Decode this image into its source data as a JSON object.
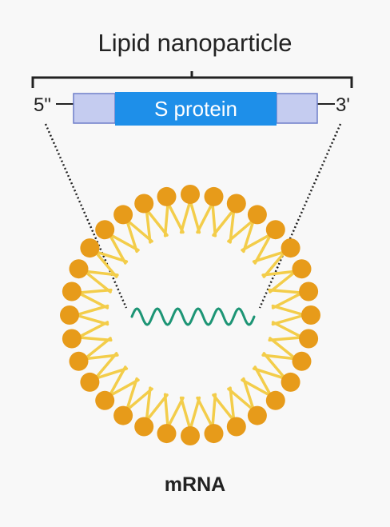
{
  "title": "Lipid nanoparticle",
  "construct": {
    "five_prime": "5\"",
    "three_prime": "3'",
    "gene": "S protein"
  },
  "caption": "mRNA",
  "colors": {
    "lipid_head": "#e79b1a",
    "lipid_tail": "#f3cd4a",
    "utr_fill": "#c5ccf0",
    "utr_stroke": "#6e7ec9",
    "gene_fill": "#1e8fe9",
    "mrna_strand": "#1d9575",
    "bracket": "#222222"
  },
  "lipid_count": 32
}
